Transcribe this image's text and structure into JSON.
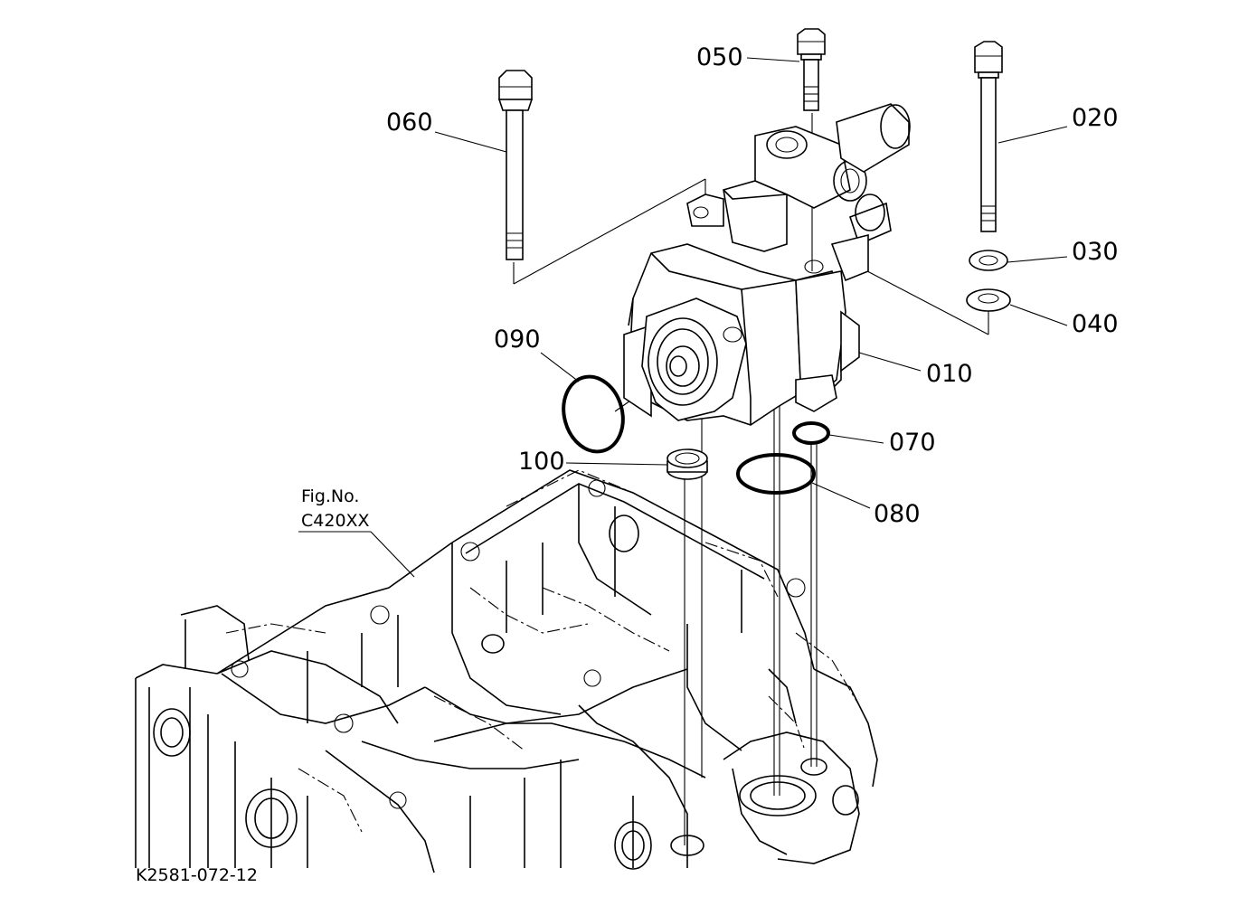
{
  "labels": {
    "p010": "010",
    "p020": "020",
    "p030": "030",
    "p040": "040",
    "p050": "050",
    "p060": "060",
    "p070": "070",
    "p080": "080",
    "p090": "090",
    "p100": "100"
  },
  "reference": {
    "line1": "Fig.No.",
    "line2": "C420XX"
  },
  "drawing_number": "K2581-072-12"
}
